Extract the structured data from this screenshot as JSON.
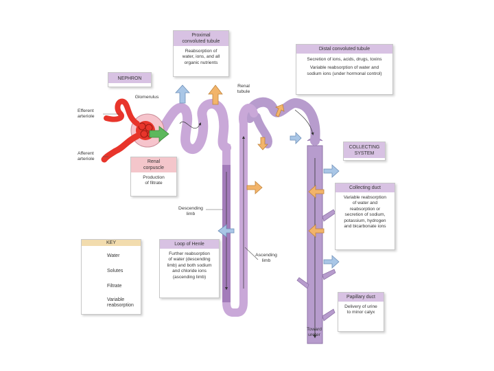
{
  "nephron_label": "NEPHRON",
  "proximal": {
    "title": "Proximal\nconvoluted tubule",
    "body": "Reabsorption of\nwater, ions, and all\norganic nutrients"
  },
  "distal": {
    "title": "Distal convoluted tubule",
    "body1": "Secretion of ions, acids, drugs, toxins",
    "body2": "Variable reabsorption of water and\nsodium ions (under hormonal control)"
  },
  "collecting_system": "COLLECTING\nSYSTEM",
  "collecting_duct": {
    "title": "Collecting duct",
    "body": "Variable reabsorption\nof water and\nreabsorption or\nsecretion of sodium,\npotassium, hydrogen\nand bicarbonate ions"
  },
  "papillary_duct": {
    "title": "Papillary duct",
    "body": "Delivery of urine\nto minor calyx"
  },
  "renal_corpuscle": {
    "title": "Renal\ncorpuscle",
    "body": "Production\nof filtrate"
  },
  "loop": {
    "title": "Loop of Henle",
    "body": "Further reabsorption\nof water (descending\nlimb) and both sodium\nand chloride ions\n(ascending limb)"
  },
  "labels": {
    "glomerulus": "Glomerulus",
    "efferent": "Efferent\narteriole",
    "afferent": "Afferent\narteriole",
    "renal_tubule": "Renal\ntubule",
    "descending": "Descending\nlimb",
    "ascending": "Ascending\nlimb",
    "toward_ureter": "Toward\nureter"
  },
  "key": {
    "title": "KEY",
    "water": "Water",
    "solutes": "Solutes",
    "filtrate": "Filtrate",
    "variable": "Variable\nreabsorption"
  },
  "colors": {
    "water": "#a9c6e6",
    "solutes": "#f2b46a",
    "filtrate": "#5cb85c",
    "vessel": "#e8352b",
    "tubule": "#c9a8d8",
    "tubule_dark": "#b08cc6",
    "header_purple": "#d8c2e3",
    "header_pink": "#f4c6cb"
  }
}
